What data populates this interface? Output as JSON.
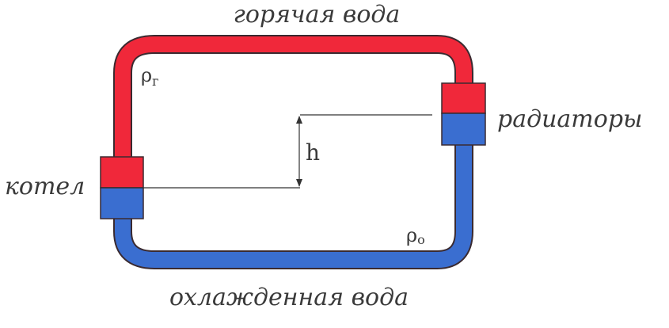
{
  "labels": {
    "hot_water": "горячая вода",
    "cooled_water": "охлажденная вода",
    "boiler": "котел",
    "radiators": "радиаторы",
    "height": "h",
    "rho_hot": "ρ",
    "rho_hot_sub": "г",
    "rho_cold": "ρ",
    "rho_cold_sub": "o"
  },
  "colors": {
    "hot": "#f0283a",
    "cold": "#3a6ed0",
    "outline": "#3a2a30"
  }
}
